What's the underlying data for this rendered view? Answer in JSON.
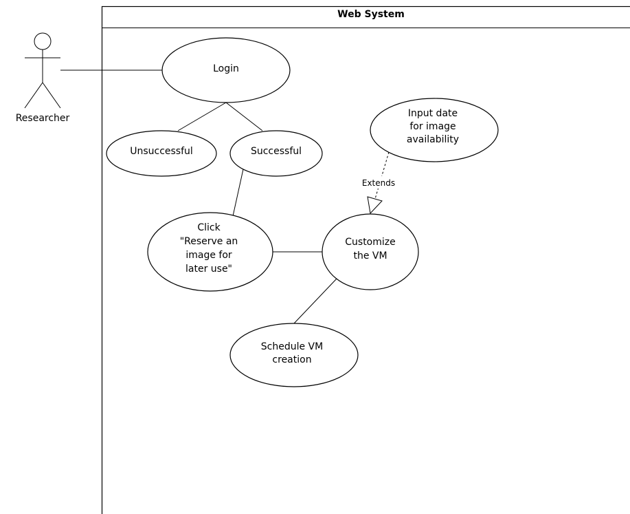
{
  "system": {
    "title": "Web System"
  },
  "actor": {
    "name": "Researcher"
  },
  "use_cases": {
    "login": [
      "Login"
    ],
    "unsuccessful": [
      "Unsuccessful"
    ],
    "successful": [
      "Successful"
    ],
    "reserve": [
      "Click",
      "\"Reserve an",
      "image for",
      "later use\""
    ],
    "customize": [
      "Customize",
      "the VM"
    ],
    "input_date": [
      "Input date",
      "for image",
      "availability"
    ],
    "schedule": [
      "Schedule VM",
      "creation"
    ]
  },
  "relations": {
    "extends_label": "Extends"
  }
}
